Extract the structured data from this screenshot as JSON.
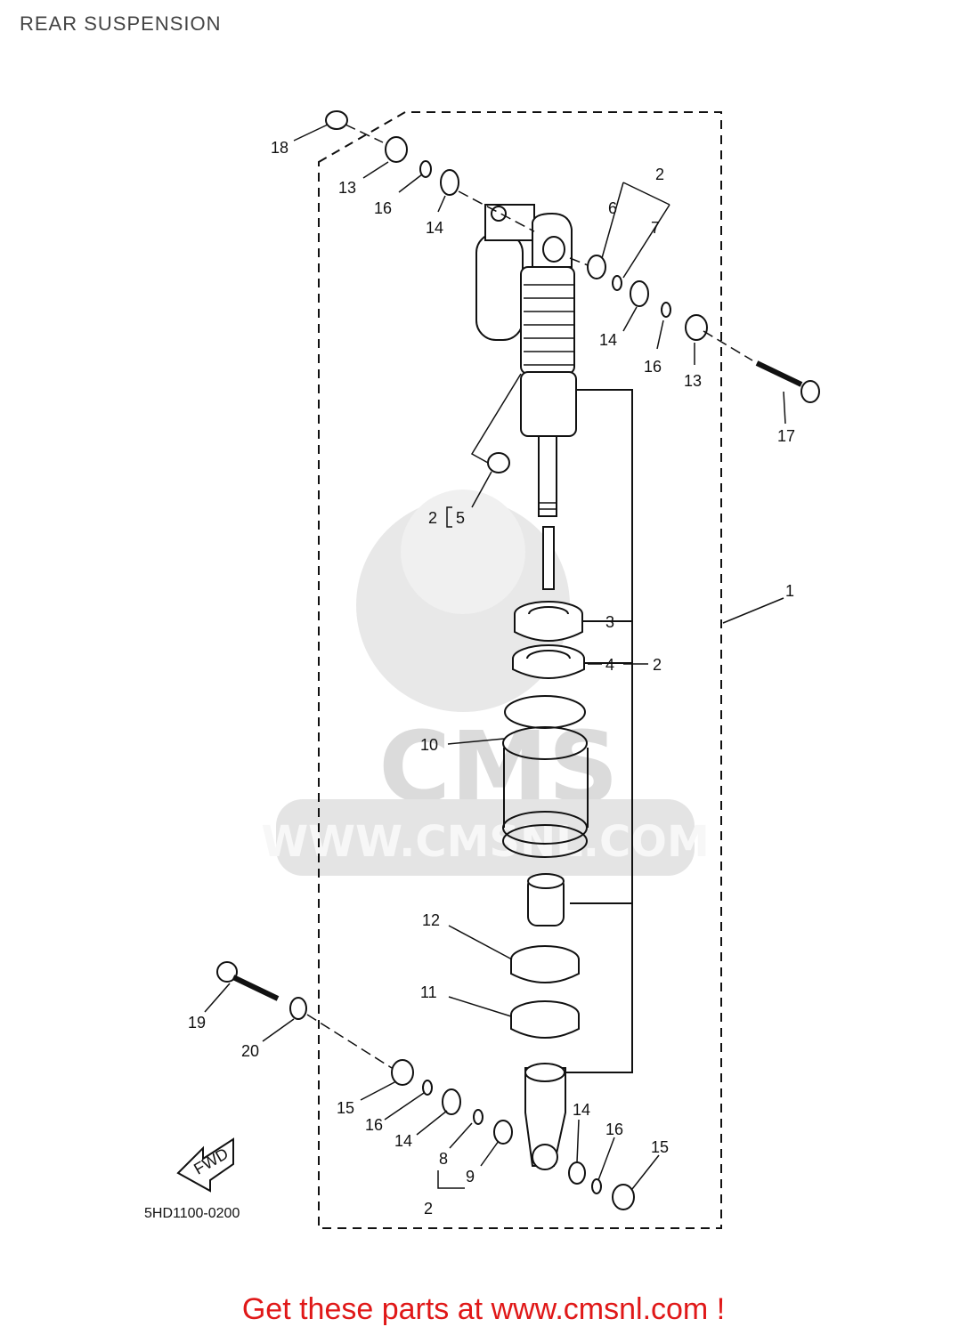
{
  "page": {
    "title": "REAR SUSPENSION",
    "footer": "Get these parts at www.cmsnl.com !",
    "diagram_code": "5HD1100-0200",
    "fwd_label": "FWD"
  },
  "watermark": {
    "logo_text": "CMS",
    "url_text": "WWW.CMSNL.COM"
  },
  "callouts": [
    {
      "id": "c18",
      "text": "18"
    },
    {
      "id": "c13a",
      "text": "13"
    },
    {
      "id": "c16a",
      "text": "16"
    },
    {
      "id": "c14a",
      "text": "14"
    },
    {
      "id": "c2a",
      "text": "2"
    },
    {
      "id": "c6",
      "text": "6"
    },
    {
      "id": "c7",
      "text": "7"
    },
    {
      "id": "c14b",
      "text": "14"
    },
    {
      "id": "c16b",
      "text": "16"
    },
    {
      "id": "c13b",
      "text": "13"
    },
    {
      "id": "c17",
      "text": "17"
    },
    {
      "id": "c2b",
      "text": "2"
    },
    {
      "id": "c5",
      "text": "5"
    },
    {
      "id": "c1",
      "text": "1"
    },
    {
      "id": "c3",
      "text": "3"
    },
    {
      "id": "c4",
      "text": "4"
    },
    {
      "id": "c2c",
      "text": "2"
    },
    {
      "id": "c10",
      "text": "10"
    },
    {
      "id": "c12",
      "text": "12"
    },
    {
      "id": "c11",
      "text": "11"
    },
    {
      "id": "c19",
      "text": "19"
    },
    {
      "id": "c20",
      "text": "20"
    },
    {
      "id": "c15a",
      "text": "15"
    },
    {
      "id": "c16c",
      "text": "16"
    },
    {
      "id": "c14c",
      "text": "14"
    },
    {
      "id": "c8",
      "text": "8"
    },
    {
      "id": "c9",
      "text": "9"
    },
    {
      "id": "c2d",
      "text": "2"
    },
    {
      "id": "c14d",
      "text": "14"
    },
    {
      "id": "c16d",
      "text": "16"
    },
    {
      "id": "c15b",
      "text": "15"
    }
  ]
}
